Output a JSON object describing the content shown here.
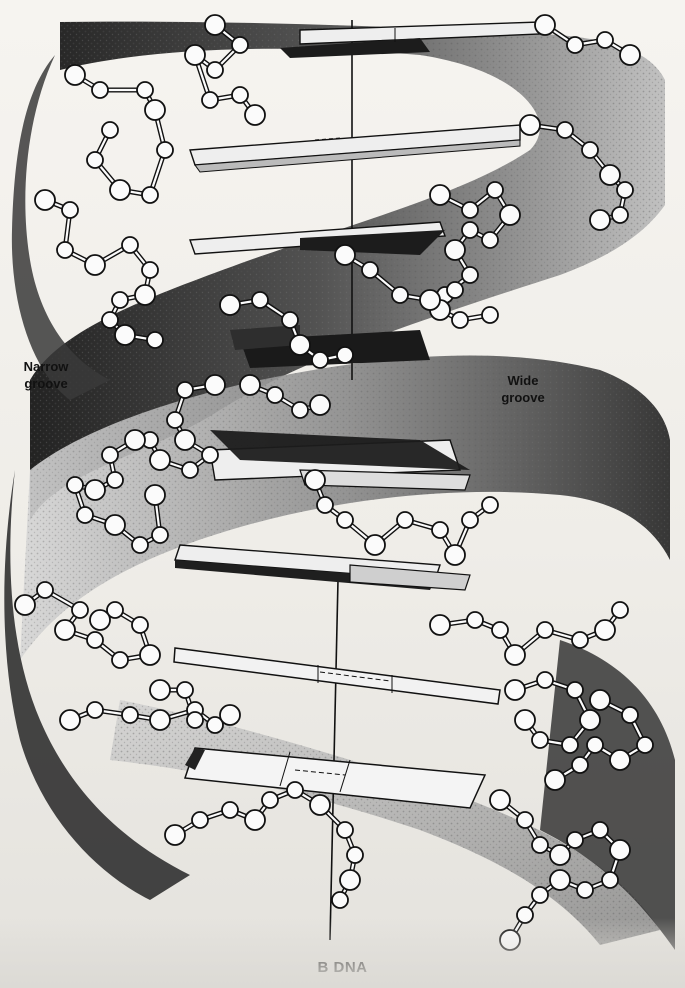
{
  "labels": {
    "narrow_groove": [
      "Narrow",
      "groove"
    ],
    "wide_groove": [
      "Wide",
      "groove"
    ]
  },
  "caption": "B DNA",
  "colors": {
    "ink": "#111111",
    "groove_dark": "#2a2a2a",
    "groove_mid": "#777777",
    "groove_light": "#c9c9c9",
    "atom_fill": "#fbfbfb",
    "base_plate": "#eeeeee",
    "base_plate_dark": "#1c1c1c"
  }
}
